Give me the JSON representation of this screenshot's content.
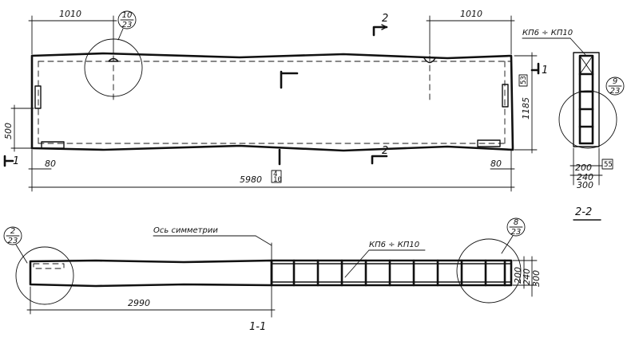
{
  "plan": {
    "dim_top_left": "1010",
    "dim_top_right": "1010",
    "dim_height": "1185",
    "dim_side": "500",
    "dim_length": "5980",
    "dim_end_left": "80",
    "dim_end_right": "80",
    "detail_top": {
      "num": "10",
      "sheet": "23"
    },
    "section_1_label": "1",
    "section_2_label": "2",
    "box_height": "53",
    "box_length_num": "4",
    "box_length_den": "10"
  },
  "section_2_2": {
    "reinforcement_label": "КП6 ÷ КП10",
    "detail": {
      "num": "9",
      "sheet": "23"
    },
    "dim_inner": "200",
    "dim_mid": "240",
    "dim_outer": "300",
    "box_mark": "55",
    "title": "2-2"
  },
  "section_1_1": {
    "symmetry_axis_label": "Ось симметрии",
    "reinforcement_label": "КП6 ÷ КП10",
    "dim_half_length": "2990",
    "detail_left": {
      "num": "2",
      "sheet": "23"
    },
    "detail_right": {
      "num": "8",
      "sheet": "23"
    },
    "dim_inner": "200",
    "dim_mid": "240",
    "dim_outer": "300",
    "title": "1-1"
  }
}
